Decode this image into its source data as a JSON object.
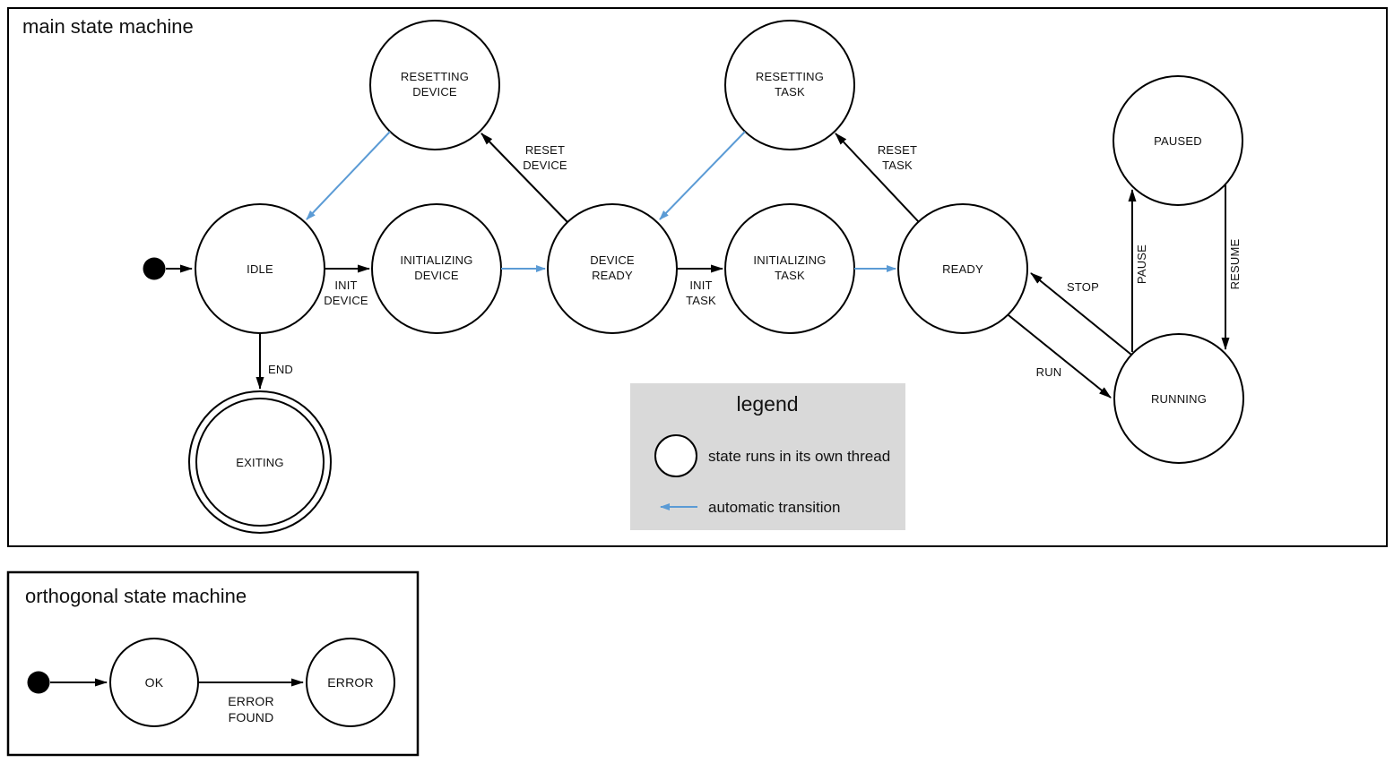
{
  "colors": {
    "thread_state_fill": "#b4c7e7",
    "auto_transition": "#5b9bd5",
    "legend_bg": "#d9d9d9"
  },
  "main_machine": {
    "title": "main state machine",
    "states": {
      "idle": "IDLE",
      "initializing_device": [
        "INITIALIZING",
        "DEVICE"
      ],
      "device_ready": [
        "DEVICE",
        "READY"
      ],
      "initializing_task": [
        "INITIALIZING",
        "TASK"
      ],
      "ready": "READY",
      "resetting_device": [
        "RESETTING",
        "DEVICE"
      ],
      "resetting_task": [
        "RESETTING",
        "TASK"
      ],
      "paused": "PAUSED",
      "running": "RUNNING",
      "exiting": "EXITING"
    },
    "transitions": {
      "init_device": [
        "INIT",
        "DEVICE"
      ],
      "reset_device": [
        "RESET",
        "DEVICE"
      ],
      "init_task": [
        "INIT",
        "TASK"
      ],
      "reset_task": [
        "RESET",
        "TASK"
      ],
      "end": "END",
      "stop": "STOP",
      "run": "RUN",
      "pause": "PAUSE",
      "resume": "RESUME"
    }
  },
  "legend": {
    "title": "legend",
    "thread_item": "state runs in its own thread",
    "auto_item": "automatic transition"
  },
  "orthogonal_machine": {
    "title": "orthogonal state machine",
    "states": {
      "ok": "OK",
      "error": "ERROR"
    },
    "transitions": {
      "error_found": [
        "ERROR",
        "FOUND"
      ]
    }
  }
}
